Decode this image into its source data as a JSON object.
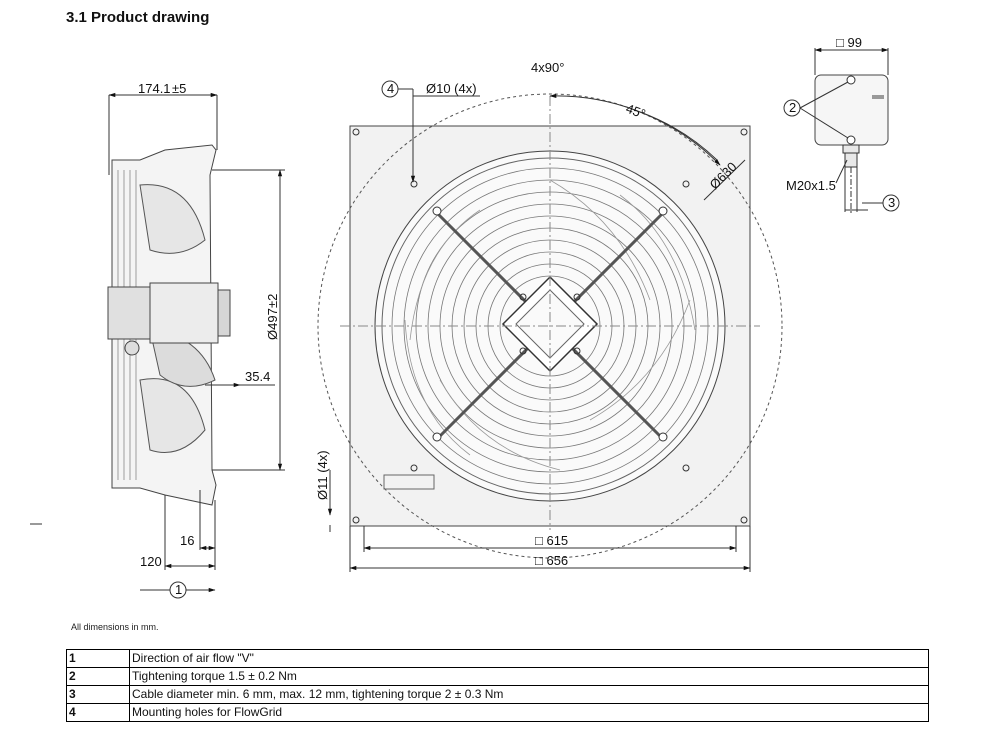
{
  "section_title": "3.1 Product drawing",
  "dimensions": {
    "d_174": "174.1",
    "d_174_tol": "±5",
    "d_497": "Ø497",
    "d_497_tol": "±2",
    "d_35": "35.4",
    "d_16": "16",
    "d_120": "120",
    "d_4x90": "4x90°",
    "d_45": "45°",
    "d_630": "Ø630",
    "d_hole10": "Ø10 (4x)",
    "d_hole11": "Ø11 (4x)",
    "d_615": "□ 615",
    "d_656": "□ 656",
    "d_99": "□ 99",
    "d_thread": "M20x1.5"
  },
  "callouts": [
    "1",
    "2",
    "3",
    "4"
  ],
  "note": "All dimensions in mm.",
  "legend": [
    {
      "num": "1",
      "text": "Direction of air flow \"V\""
    },
    {
      "num": "2",
      "text": "Tightening torque 1.5 ± 0.2 Nm"
    },
    {
      "num": "3",
      "text": "Cable diameter min. 6 mm, max. 12 mm, tightening torque 2 ± 0.3 Nm"
    },
    {
      "num": "4",
      "text": "Mounting holes for FlowGrid"
    }
  ]
}
